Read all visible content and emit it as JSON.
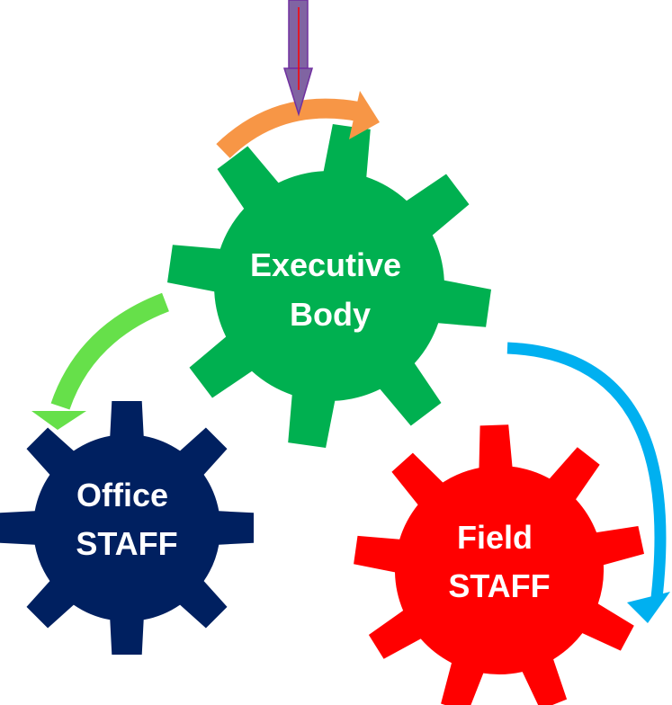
{
  "gears": [
    {
      "id": "executive",
      "lines": [
        "Executive",
        "Body"
      ],
      "color": "#00b050"
    },
    {
      "id": "office",
      "lines": [
        "Office",
        "STAFF"
      ],
      "color": "#002060"
    },
    {
      "id": "field",
      "lines": [
        "Field",
        "STAFF"
      ],
      "color": "#ff0000"
    }
  ],
  "arrows": {
    "input_top": {
      "fill": "#8064a2",
      "stroke": "#7030a0",
      "line": "#ff0000"
    },
    "orange_curve": {
      "color": "#f79646"
    },
    "green_curve": {
      "color": "#66e04a"
    },
    "blue_curve": {
      "color": "#00b0f0"
    }
  }
}
